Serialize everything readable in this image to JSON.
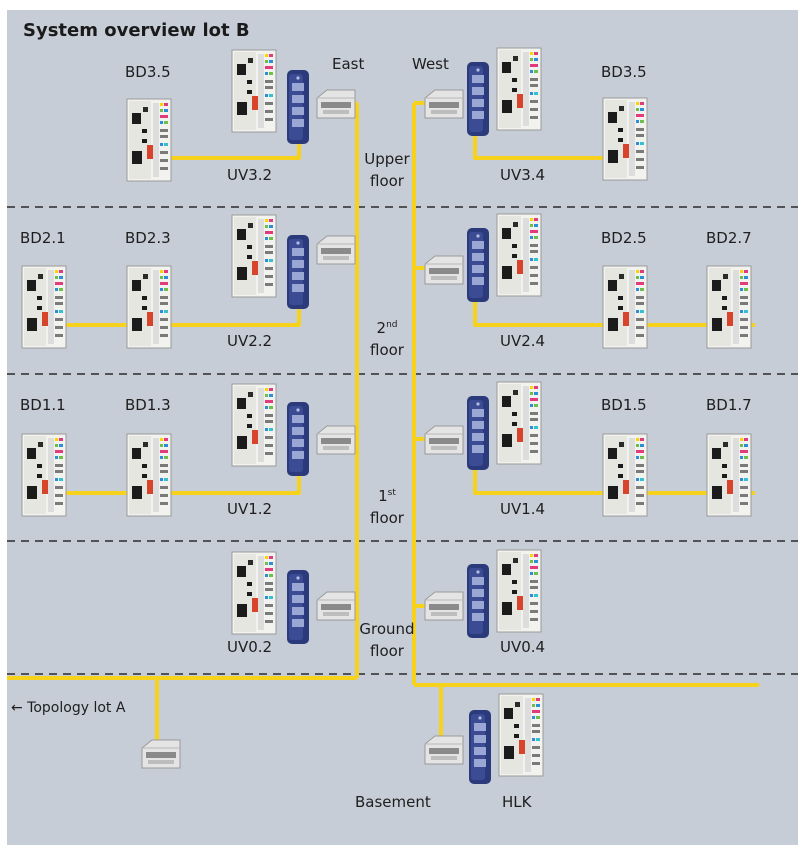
{
  "title": "System overview lot B",
  "colors": {
    "background": "#c7cdd7",
    "cable": "#f7d21c",
    "switch": "#2b3a7a",
    "divider": "#2b2b2b"
  },
  "wings": {
    "east": "East",
    "west": "West"
  },
  "floors": {
    "upper": {
      "line1": "Upper",
      "line2": "floor"
    },
    "second": {
      "number": "2",
      "suffix": "nd",
      "word": "floor"
    },
    "first": {
      "number": "1",
      "suffix": "st",
      "word": "floor"
    },
    "ground": {
      "line1": "Ground",
      "line2": "floor"
    },
    "basement": "Basement"
  },
  "distribution_boards": {
    "uv32": "UV3.2",
    "uv34": "UV3.4",
    "uv22": "UV2.2",
    "uv24": "UV2.4",
    "uv12": "UV1.2",
    "uv14": "UV1.4",
    "uv02": "UV0.2",
    "uv04": "UV0.4",
    "hlk": "HLK"
  },
  "building_devices": {
    "bd35_east": "BD3.5",
    "bd35_west": "BD3.5",
    "bd21": "BD2.1",
    "bd23": "BD2.3",
    "bd25": "BD2.5",
    "bd27": "BD2.7",
    "bd11": "BD1.1",
    "bd13": "BD1.3",
    "bd15": "BD1.5",
    "bd17": "BD1.7"
  },
  "topology_link": "← Topology lot A"
}
